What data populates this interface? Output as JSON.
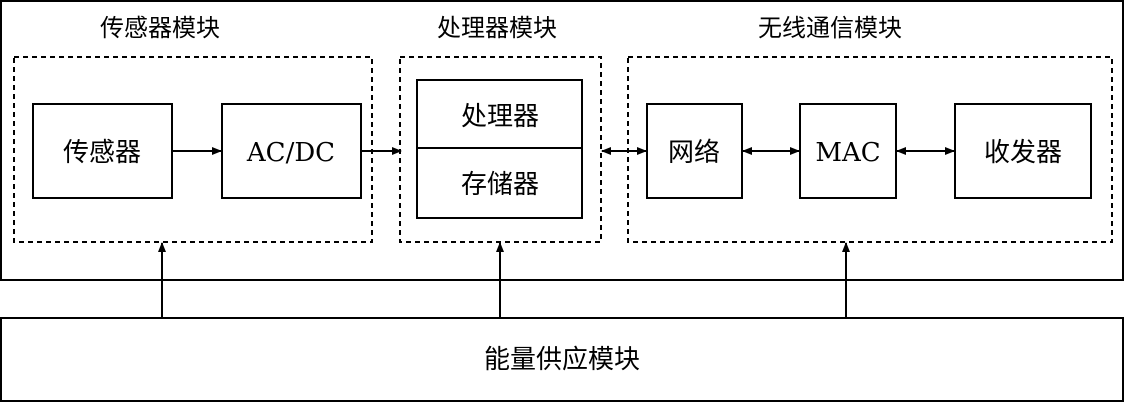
{
  "modules": {
    "sensor_module": "传感器模块",
    "processor_module": "处理器模块",
    "wireless_module": "无线通信模块",
    "power_module": "能量供应模块"
  },
  "blocks": {
    "sensor": "传感器",
    "acdc": "AC/DC",
    "processor": "处理器",
    "memory": "存储器",
    "network": "网络",
    "mac": "MAC",
    "transceiver": "收发器"
  }
}
